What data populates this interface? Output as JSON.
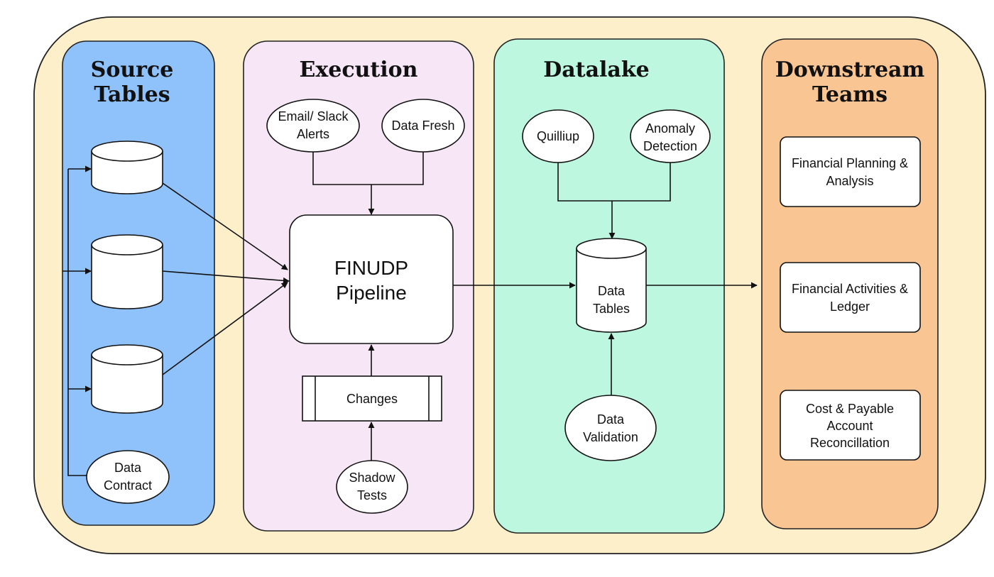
{
  "colors": {
    "outer_bg": "#fcefc9",
    "source_bg": "#8fc1fb",
    "execution_bg": "#f6e6f6",
    "datalake_bg": "#bdf7e0",
    "downstream_bg": "#f9c593",
    "node_fill": "#ffffff",
    "stroke": "#111111"
  },
  "columns": {
    "source": {
      "title_line1": "Source",
      "title_line2": "Tables"
    },
    "execution": {
      "title": "Execution"
    },
    "datalake": {
      "title": "Datalake"
    },
    "downstream": {
      "title_line1": "Downstream",
      "title_line2": "Teams"
    }
  },
  "source": {
    "data_contract": {
      "line1": "Data",
      "line2": "Contract"
    }
  },
  "execution": {
    "email_slack": {
      "line1": "Email/ Slack",
      "line2": "Alerts"
    },
    "data_fresh": "Data Fresh",
    "pipeline": {
      "line1": "FINUDP",
      "line2": "Pipeline"
    },
    "changes": "Changes",
    "shadow_tests": {
      "line1": "Shadow",
      "line2": "Tests"
    }
  },
  "datalake": {
    "quilliup": "Quilliup",
    "anomaly": {
      "line1": "Anomaly",
      "line2": "Detection"
    },
    "data_tables": {
      "line1": "Data",
      "line2": "Tables"
    },
    "data_validation": {
      "line1": "Data",
      "line2": "Validation"
    }
  },
  "downstream": {
    "fpa": {
      "line1": "Financial Planning &",
      "line2": "Analysis"
    },
    "activities": {
      "line1": "Financial Activities &",
      "line2": "Ledger"
    },
    "cost": {
      "line1": "Cost & Payable",
      "line2": "Account",
      "line3": "Reconcillation"
    }
  }
}
